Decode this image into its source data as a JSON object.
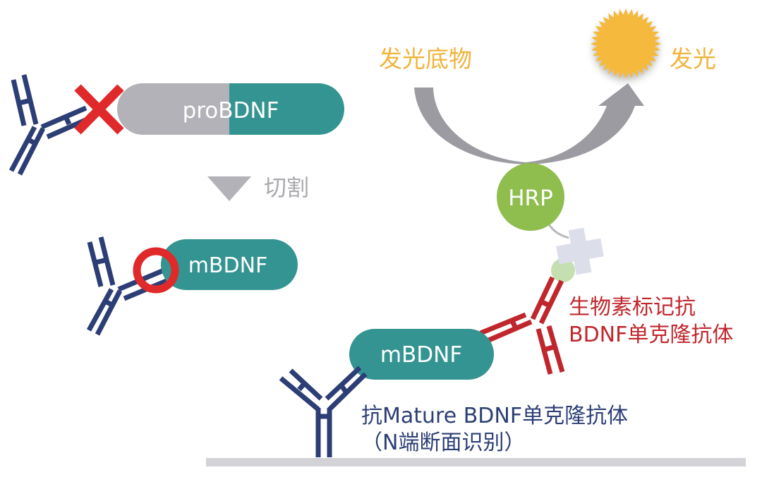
{
  "colors": {
    "antibody_blue": "#2c3e75",
    "antibody_red": "#c0272d",
    "teal": "#339491",
    "pro_gray": "#b3b2b8",
    "reject_red": "#e0292a",
    "arrow_gray": "#9c9ba1",
    "hrp_green": "#8fbd4e",
    "biotin_green": "#c5dfb0",
    "avidin_lavender": "#dcdfea",
    "sun_yellow": "#f4b93c",
    "substrate_text": "#f0b43c",
    "cleave_text": "#a9a8ae",
    "capture_text": "#2c3e75",
    "detect_text": "#c0272d",
    "surface_gray": "#d3d2d7"
  },
  "top_left": {
    "protein_label": "proBDNF",
    "blocked_icon": "cross-icon"
  },
  "cleavage": {
    "label": "切割",
    "icon": "triangle-down-icon"
  },
  "middle_left": {
    "protein_label": "mBDNF",
    "bound_icon": "ring-icon"
  },
  "reaction": {
    "substrate_label": "发光底物",
    "product_label": "发光",
    "enzyme_label": "HRP"
  },
  "sandwich": {
    "protein_label": "mBDNF",
    "detection_antibody_label": [
      "生物素标记抗",
      "BDNF单克隆抗体"
    ],
    "capture_antibody_label": [
      "抗Mature BDNF单克隆抗体",
      "（N端断面识别）"
    ]
  }
}
